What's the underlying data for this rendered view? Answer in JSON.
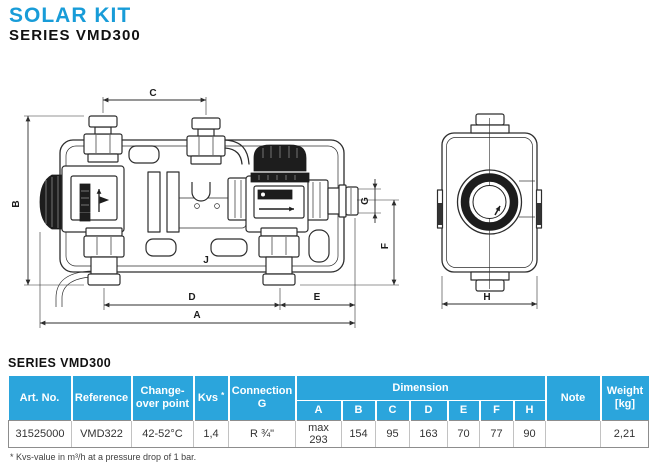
{
  "header": {
    "title": "SOLAR KIT",
    "subtitle": "SERIES VMD300"
  },
  "drawing": {
    "labels": {
      "A": "A",
      "B": "B",
      "C": "C",
      "D": "D",
      "E": "E",
      "F": "F",
      "G": "G",
      "H": "H",
      "J": "J"
    }
  },
  "table": {
    "heading": "SERIES VMD300",
    "col_art_no": "Art. No.",
    "col_reference": "Reference",
    "col_change_over": "Change-\nover point",
    "col_kvs": "Kvs",
    "col_kvs_mark": "*",
    "col_connection": "Connection\nG",
    "dimension_group": "Dimension",
    "dim_cols": [
      "A",
      "B",
      "C",
      "D",
      "E",
      "F",
      "H"
    ],
    "col_note": "Note",
    "col_weight": "Weight\n[kg]",
    "row": {
      "art_no": "31525000",
      "reference": "VMD322",
      "change_over": "42-52°C",
      "kvs": "1,4",
      "connection": "R ¾\"",
      "dim_a": "max 293",
      "dim_b": "154",
      "dim_c": "95",
      "dim_d": "163",
      "dim_e": "70",
      "dim_f": "77",
      "dim_h": "90",
      "note": "",
      "weight": "2,21"
    },
    "footnote": "* Kvs-value in m³/h at a pressure drop of 1 bar."
  },
  "colors": {
    "brand_blue": "#189CD8",
    "table_header_blue": "#2BA5DC",
    "line": "#2d2d2d"
  }
}
